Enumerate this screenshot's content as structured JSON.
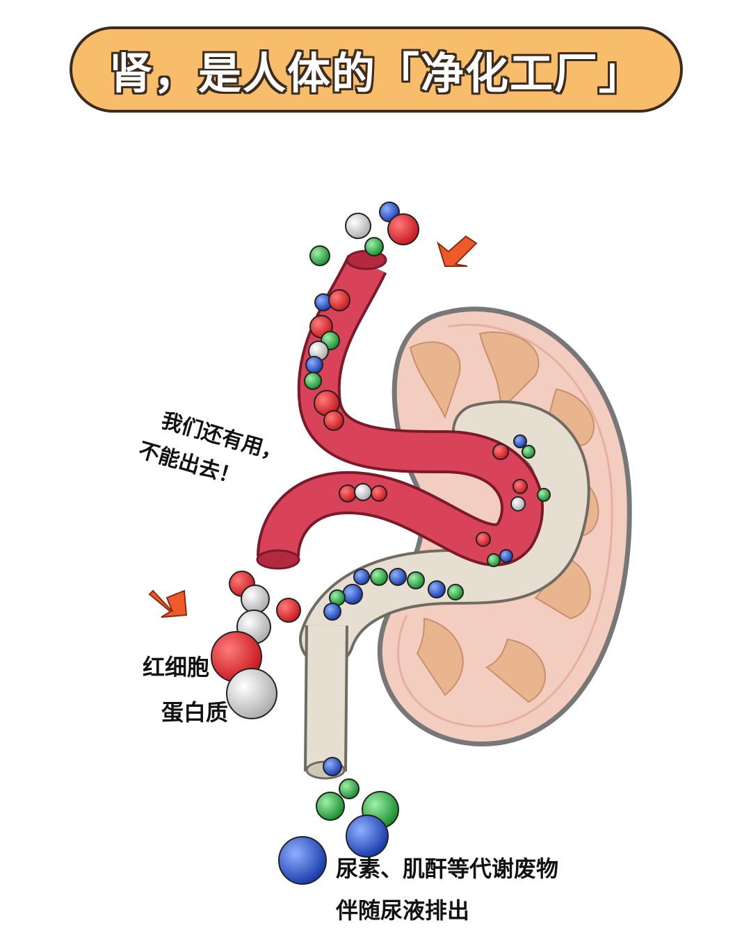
{
  "title": "肾，是人体的「净化工厂」",
  "speech": {
    "line1": "我们还有用，",
    "line2": "不能出去！"
  },
  "labels": {
    "red_blood_cell": "红细胞",
    "protein": "蛋白质",
    "waste_line1": "尿素、肌酐等代谢废物",
    "waste_line2": "伴随尿液排出"
  },
  "colors": {
    "title_bg": "#F8BD6A",
    "vessel": "#D9435A",
    "kidney": "#F3CDBF",
    "ureter": "#E6DED0",
    "red_cell": "#E0262B",
    "protein": "#D8D8D8",
    "green": "#23A83A",
    "blue": "#1E4FD0",
    "arrow": "#EE5A2A"
  }
}
